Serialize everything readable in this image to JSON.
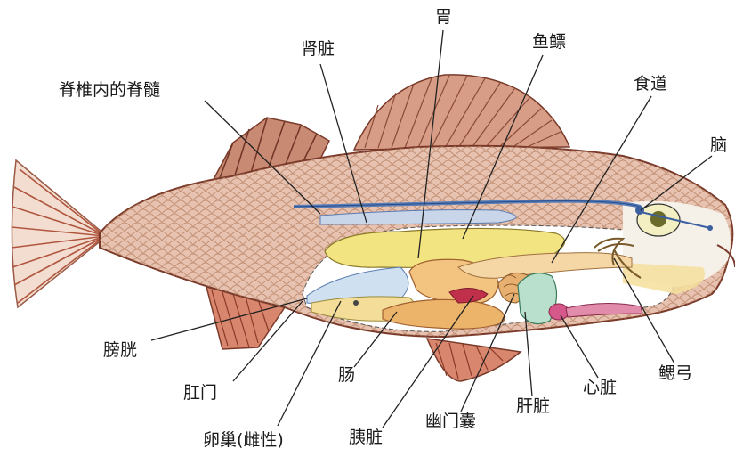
{
  "labels": {
    "spinal_cord": "脊椎内的脊髓",
    "kidney": "肾脏",
    "stomach": "胃",
    "swim_bladder": "鱼鳔",
    "esophagus": "食道",
    "brain": "脑",
    "bladder": "膀胱",
    "anus": "肛门",
    "ovary": "卵巢(雌性)",
    "intestine": "肠",
    "pancreas": "胰脏",
    "pyloric_caeca": "幽门囊",
    "liver": "肝脏",
    "heart": "心脏",
    "gills": "鳃弓"
  }
}
